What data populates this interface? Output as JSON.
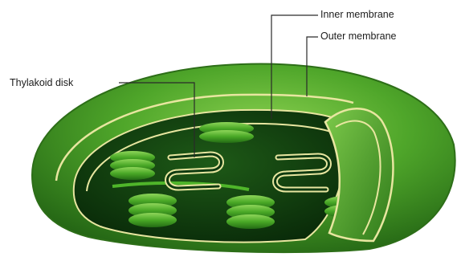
{
  "labels": {
    "inner_membrane": "Inner membrane",
    "outer_membrane": "Outer membrane",
    "thylakoid_disk": "Thylakoid disk"
  },
  "colors": {
    "background": "#ffffff",
    "outer_shell": "#3f9a22",
    "inner_space": "#0e3a10",
    "membrane_outline": "#e8e6a0",
    "thylakoid": "#4fb52a",
    "leader_line": "#2a2a2a"
  }
}
